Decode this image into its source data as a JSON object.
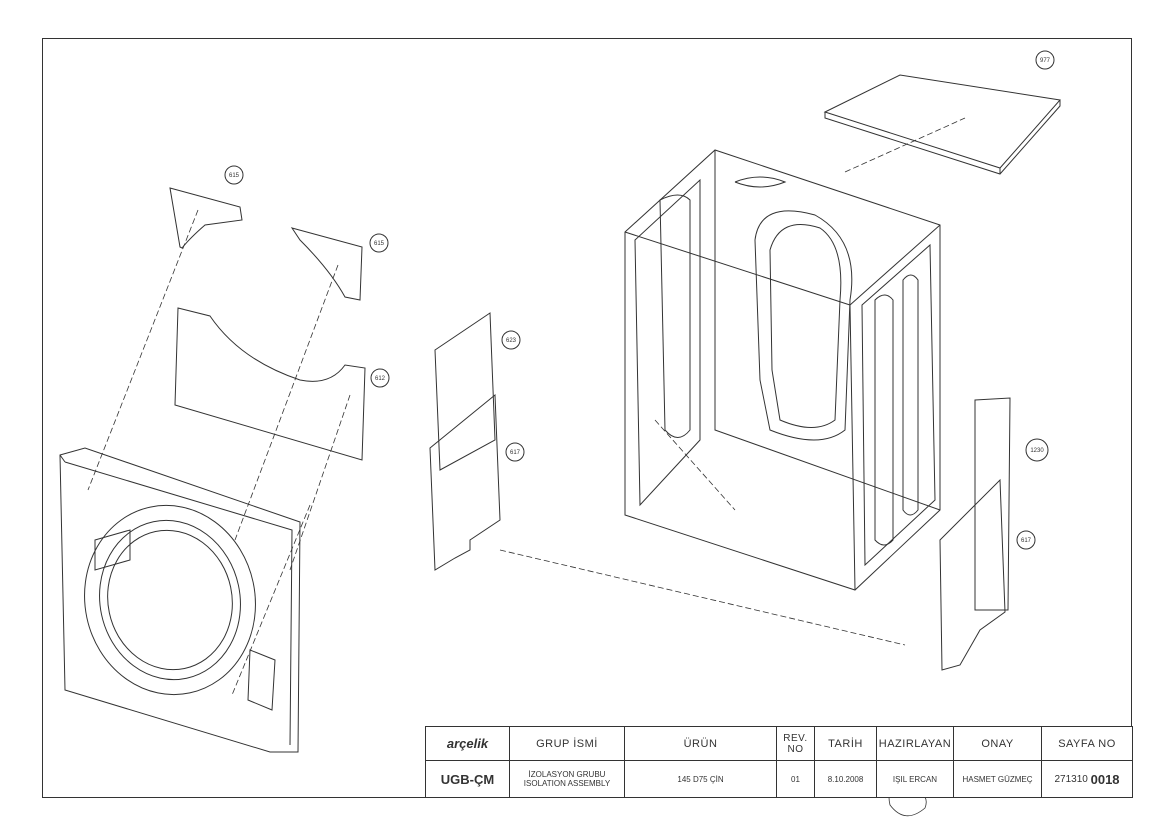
{
  "title_block": {
    "brand": "arçelik",
    "headers": {
      "group": "GRUP İSMİ",
      "product": "ÜRÜN",
      "rev": "REV. NO",
      "date": "TARİH",
      "prepared": "HAZIRLAYAN",
      "approved": "ONAY",
      "page": "SAYFA NO"
    },
    "values": {
      "department": "UGB-ÇM",
      "group_tr": "İZOLASYON GRUBU",
      "group_en": "ISOLATION ASSEMBLY",
      "product": "145 D75 ÇİN",
      "rev": "01",
      "date": "8.10.2008",
      "prepared": "IŞIL ERCAN",
      "approved": "HASMET GÜZMEÇ",
      "page_prefix": "271310",
      "page_suffix": "0018"
    }
  },
  "callouts": [
    "977",
    "615",
    "615",
    "612",
    "623",
    "617",
    "1230",
    "617"
  ]
}
